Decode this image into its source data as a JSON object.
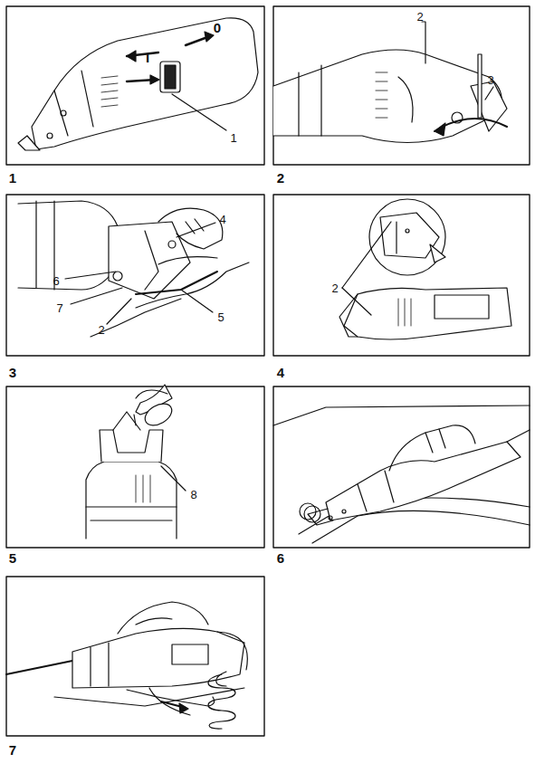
{
  "diagram": {
    "labels": [
      "I",
      "0",
      "1",
      "1",
      "2",
      "3",
      "2",
      "4",
      "6",
      "5",
      "7",
      "2",
      "3",
      "2",
      "4",
      "8",
      "5",
      "6",
      "7"
    ]
  }
}
